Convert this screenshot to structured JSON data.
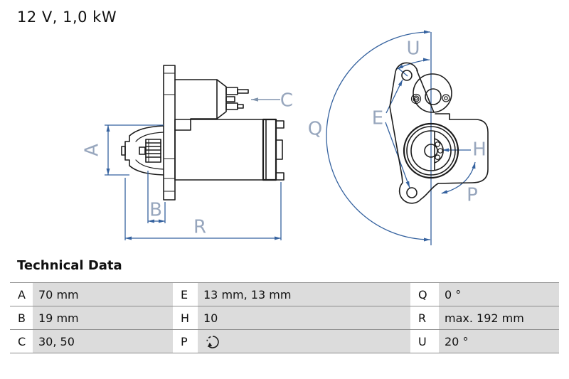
{
  "title": "12 V, 1,0 kW",
  "colors": {
    "drawing_line": "#1c1c1c",
    "dimension_line": "#35629f",
    "dimension_label": "#97a6bd",
    "table_value_bg": "#dcdcdc",
    "table_border": "#8c8c8c"
  },
  "diagrams": {
    "side_view": {
      "name": "starter-motor-side-view",
      "labels": {
        "a": "A",
        "b": "B",
        "c": "C",
        "r": "R"
      }
    },
    "front_view": {
      "name": "starter-motor-front-view",
      "labels": {
        "q": "Q",
        "u": "U",
        "e": "E",
        "h": "H",
        "p": "P"
      }
    }
  },
  "table": {
    "heading": "Technical Data",
    "rows": [
      {
        "c1k": "A",
        "c1v": "70 mm",
        "c2k": "E",
        "c2v": "13 mm, 13 mm",
        "c3k": "Q",
        "c3v": "0 °"
      },
      {
        "c1k": "B",
        "c1v": "19 mm",
        "c2k": "H",
        "c2v": "10",
        "c3k": "R",
        "c3v": "max. 192 mm"
      },
      {
        "c1k": "C",
        "c1v": "30, 50",
        "c2k": "P",
        "c2v": "",
        "c2icon": "counterclockwise-rotation",
        "c3k": "U",
        "c3v": "20 °"
      }
    ]
  }
}
